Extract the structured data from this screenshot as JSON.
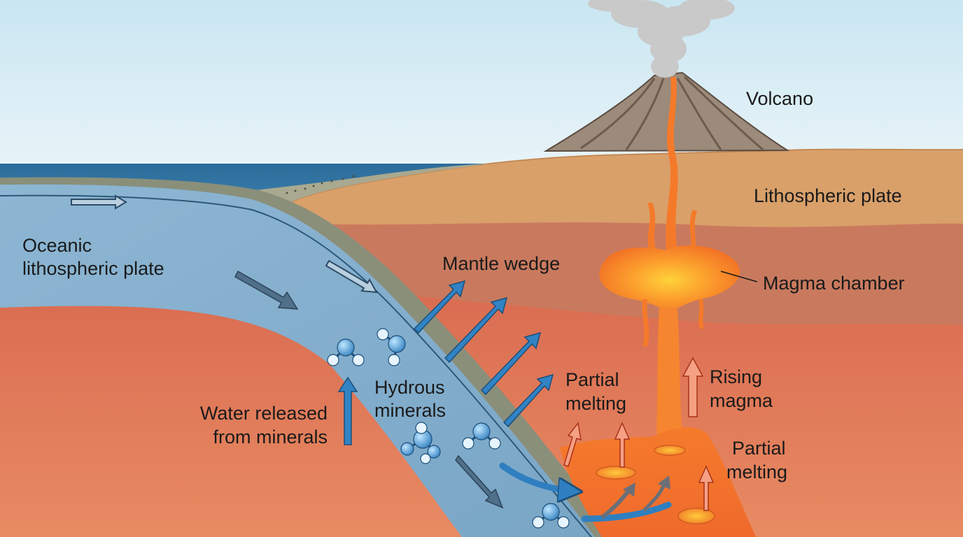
{
  "labels": {
    "volcano": "Volcano",
    "lithospheric_plate": "Lithospheric plate",
    "magma_chamber": "Magma chamber",
    "oceanic_line1": "Oceanic",
    "oceanic_line2": "lithospheric plate",
    "mantle_wedge": "Mantle wedge",
    "hydrous_line1": "Hydrous",
    "hydrous_line2": "minerals",
    "water_line1": "Water released",
    "water_line2": "from minerals",
    "partial_melting_upper_line1": "Partial",
    "partial_melting_upper_line2": "melting",
    "rising_line1": "Rising",
    "rising_line2": "magma",
    "partial_melting_lower_line1": "Partial",
    "partial_melting_lower_line2": "melting"
  },
  "colors": {
    "sky_top": "#c9e6f2",
    "sky_bottom": "#e6f3f8",
    "ocean": "#2f6f9e",
    "mantle": "#d9674f",
    "continental_crust": "#d9a06a",
    "oceanic_plate": "#86b1cf",
    "magma": "#f47a2a",
    "water_arrow": "#2f7fc0",
    "heat_arrow": "#e0543a",
    "smoke": "#c8c8c8",
    "volcano_rock": "#9c8a7a"
  }
}
